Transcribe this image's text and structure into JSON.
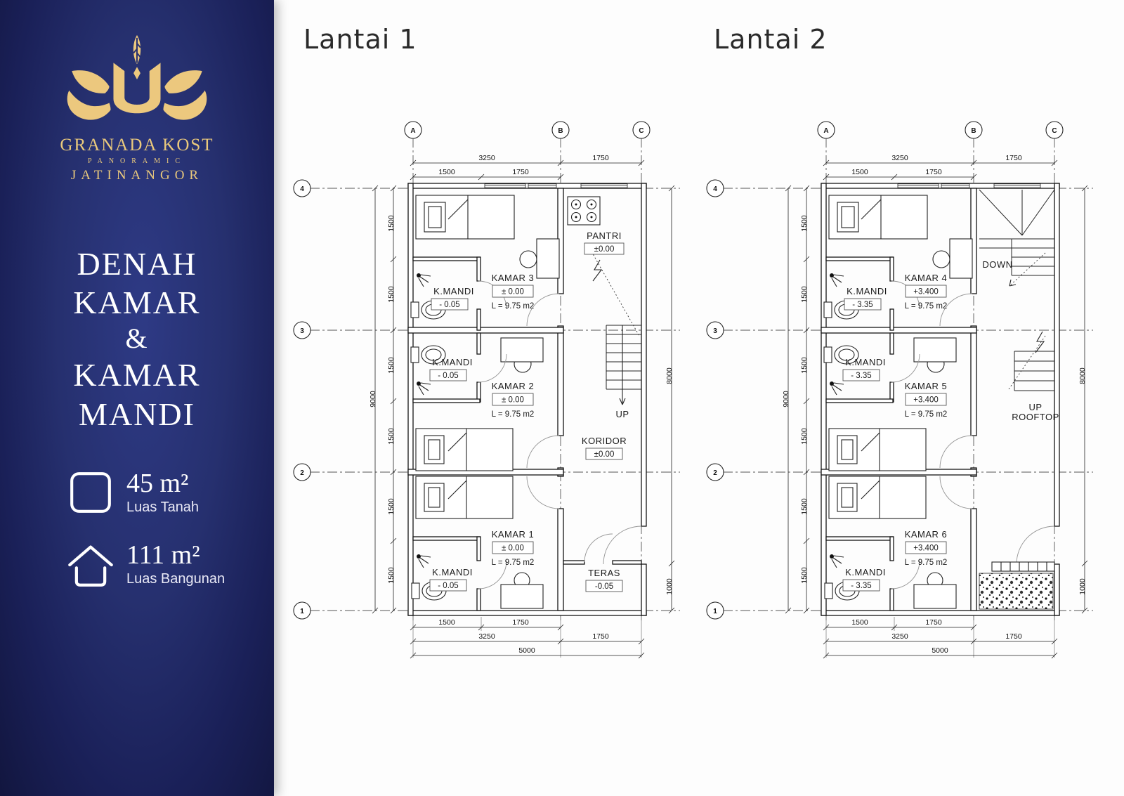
{
  "sidebar": {
    "brand": {
      "name": "GRANADA KOST",
      "tagline": "PANORAMIC",
      "location": "JATINANGOR"
    },
    "heading": {
      "line1": "DENAH",
      "line2": "KAMAR",
      "line3": "&",
      "line4": "KAMAR",
      "line5": "MANDI"
    },
    "stats": [
      {
        "value": "45 m²",
        "label": "Luas Tanah"
      },
      {
        "value": "111 m²",
        "label": "Luas Bangunan"
      }
    ]
  },
  "plans": [
    {
      "title": "Lantai 1",
      "cols": [
        "A",
        "B",
        "C"
      ],
      "rows": [
        "4",
        "3",
        "2",
        "1"
      ],
      "dims": {
        "top_outer": [
          "3250",
          "1750"
        ],
        "top_inner": [
          "1500",
          "1750"
        ],
        "left": [
          "1500",
          "1500",
          "1500",
          "1500",
          "1500",
          "1500"
        ],
        "left_total": "9000",
        "right_main": "8000",
        "right_low": "1000",
        "bottom_inner": [
          "1500",
          "1750"
        ],
        "bottom_mid": [
          "3250",
          "1750"
        ],
        "bottom_total": "5000"
      },
      "rooms": [
        {
          "name": "KAMAR 3",
          "level": "± 0.00",
          "area": "L = 9.75 m2"
        },
        {
          "name": "KAMAR 2",
          "level": "± 0.00",
          "area": "L = 9.75 m2"
        },
        {
          "name": "KAMAR 1",
          "level": "± 0.00",
          "area": "L = 9.75 m2"
        }
      ],
      "baths": [
        {
          "name": "K.MANDI",
          "level": "- 0.05"
        },
        {
          "name": "K.MANDI",
          "level": "- 0.05"
        },
        {
          "name": "K.MANDI",
          "level": "- 0.05"
        }
      ],
      "pantry": {
        "name": "PANTRI",
        "level": "±0.00"
      },
      "corridor": {
        "name": "KORIDOR",
        "level": "±0.00"
      },
      "terrace": {
        "name": "TERAS",
        "level": "-0.05"
      },
      "stairs": {
        "up": "UP"
      }
    },
    {
      "title": "Lantai 2",
      "cols": [
        "A",
        "B",
        "C"
      ],
      "rows": [
        "4",
        "3",
        "2",
        "1"
      ],
      "dims": {
        "top_outer": [
          "3250",
          "1750"
        ],
        "top_inner": [
          "1500",
          "1750"
        ],
        "left": [
          "1500",
          "1500",
          "1500",
          "1500",
          "1500",
          "1500"
        ],
        "left_total": "9000",
        "right_main": "8000",
        "right_low": "1000",
        "bottom_inner": [
          "1500",
          "1750"
        ],
        "bottom_mid": [
          "3250",
          "1750"
        ],
        "bottom_total": "5000"
      },
      "rooms": [
        {
          "name": "KAMAR 4",
          "level": "+3.400",
          "area": "L = 9.75 m2"
        },
        {
          "name": "KAMAR 5",
          "level": "+3.400",
          "area": "L = 9.75 m2"
        },
        {
          "name": "KAMAR 6",
          "level": "+3.400",
          "area": "L = 9.75 m2"
        }
      ],
      "baths": [
        {
          "name": "K.MANDI",
          "level": "- 3.35"
        },
        {
          "name": "K.MANDI",
          "level": "- 3.35"
        },
        {
          "name": "K.MANDI",
          "level": "- 3.35"
        }
      ],
      "stairs": {
        "down": "DOWN",
        "up": "UP",
        "up2": "ROOFTOP"
      }
    }
  ]
}
